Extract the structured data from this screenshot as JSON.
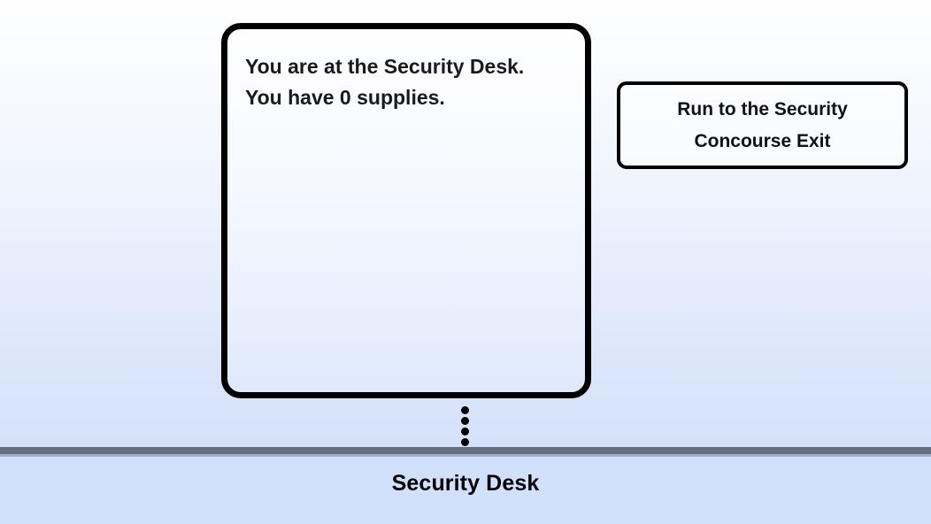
{
  "scene": {
    "location_label": "Security Desk",
    "background": {
      "sky_top_color": "#fefeff",
      "sky_bottom_color": "#d5e2fa",
      "ground_color": "#d1e0fb",
      "ground_bar_color": "#656f80"
    }
  },
  "narrative_panel": {
    "text": "You are at the Security Desk.\nYou have 0 supplies.",
    "line_1": "You are at the Security Desk.",
    "line_2": "You have 0 supplies.",
    "supplies_count": "0",
    "border_color": "#000000"
  },
  "tail": {
    "dot_count": 4,
    "dot_color": "#000000"
  },
  "actions": [
    {
      "label": "Run to the Security\nConcourse Exit",
      "line_1": "Run to the Security",
      "line_2": "Concourse Exit",
      "border_color": "#000000"
    }
  ]
}
